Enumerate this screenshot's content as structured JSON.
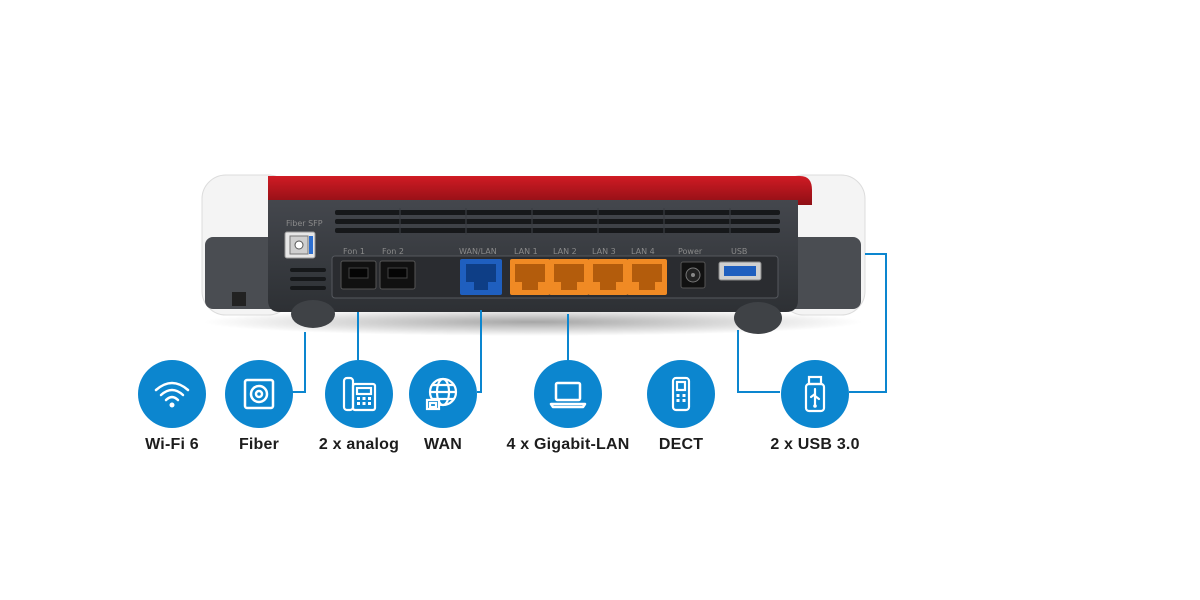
{
  "device": {
    "port_labels": [
      "Fiber SFP",
      "Fon 1",
      "Fon 2",
      "WAN/LAN",
      "LAN 1",
      "LAN 2",
      "LAN 3",
      "LAN 4",
      "Power",
      "USB"
    ]
  },
  "features": [
    {
      "label": "Wi-Fi 6",
      "icon": "wifi-icon"
    },
    {
      "label": "Fiber",
      "icon": "fiber-icon"
    },
    {
      "label": "2 x analog",
      "icon": "analog-phone-icon"
    },
    {
      "label": "WAN",
      "icon": "globe-icon"
    },
    {
      "label": "4 x Gigabit-LAN",
      "icon": "laptop-icon"
    },
    {
      "label": "DECT",
      "icon": "cordless-phone-icon"
    },
    {
      "label": "2 x USB 3.0",
      "icon": "usb-stick-icon"
    }
  ],
  "colors": {
    "accent": "#0c86cf",
    "router_red": "#b5121b",
    "router_body": "#3a3d42",
    "lan_orange": "#f08a24",
    "wan_blue": "#1f5fbf"
  }
}
